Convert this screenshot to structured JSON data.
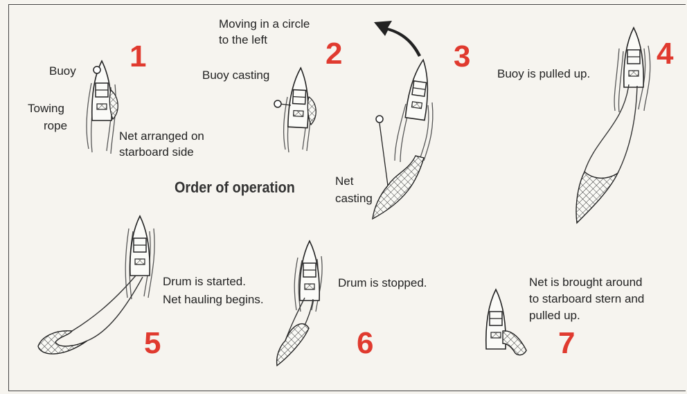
{
  "title": "Order of operation",
  "accent_color": "#e03a2f",
  "steps": [
    {
      "number": "1",
      "labels": [
        "Buoy",
        "Towing",
        "rope",
        "Net arranged on",
        "starboard side"
      ]
    },
    {
      "number": "2",
      "labels": [
        "Moving in a circle",
        "to the left",
        "Buoy casting"
      ]
    },
    {
      "number": "3",
      "labels": [
        "Net",
        "casting"
      ]
    },
    {
      "number": "4",
      "labels": [
        "Buoy is pulled up."
      ]
    },
    {
      "number": "5",
      "labels": [
        "Drum is started.",
        "Net hauling begins."
      ]
    },
    {
      "number": "6",
      "labels": [
        "Drum is stopped."
      ]
    },
    {
      "number": "7",
      "labels": [
        "Net is brought around",
        "to starboard stern and",
        "pulled up."
      ]
    }
  ]
}
